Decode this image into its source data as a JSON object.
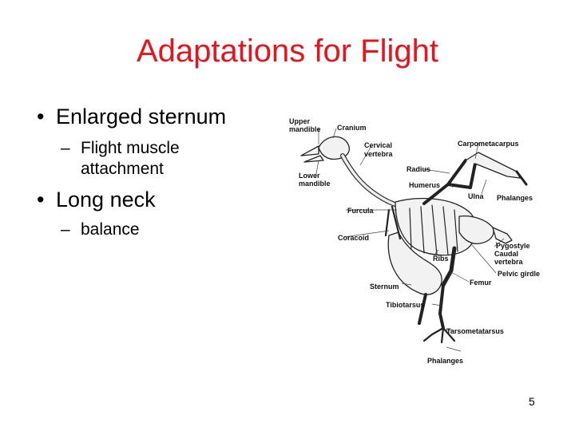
{
  "slide": {
    "title": "Adaptations for Flight",
    "page_number": "5"
  },
  "bullets": [
    {
      "text": "Enlarged sternum",
      "sub": [
        "Flight muscle",
        "attachment"
      ]
    },
    {
      "text": "Long neck",
      "sub": [
        "balance"
      ]
    }
  ],
  "skeleton_labels": {
    "upper_mandible": [
      "Upper",
      "mandible"
    ],
    "cranium": "Cranium",
    "cervical_vertebra": [
      "Cervical",
      "vertebra"
    ],
    "carpometacarpus": "Carpometacarpus",
    "radius": "Radius",
    "lower_mandible": [
      "Lower",
      "mandible"
    ],
    "humerus": "Humerus",
    "ulna": "Ulna",
    "phalanges_wing": "Phalanges",
    "furcula": "Furcula",
    "pygostyle": "Pygostyle",
    "coracoid": "Coracoid",
    "ribs": "Ribs",
    "caudal_vertebra": [
      "Caudal",
      "vertebra"
    ],
    "pelvic_girdle": "Pelvic girdle",
    "sternum": "Sternum",
    "femur": "Femur",
    "tibiotarsus": "Tibiotarsus",
    "tarsometatarsus": "Tarsometatarsus",
    "phalanges_foot": "Phalanges"
  }
}
